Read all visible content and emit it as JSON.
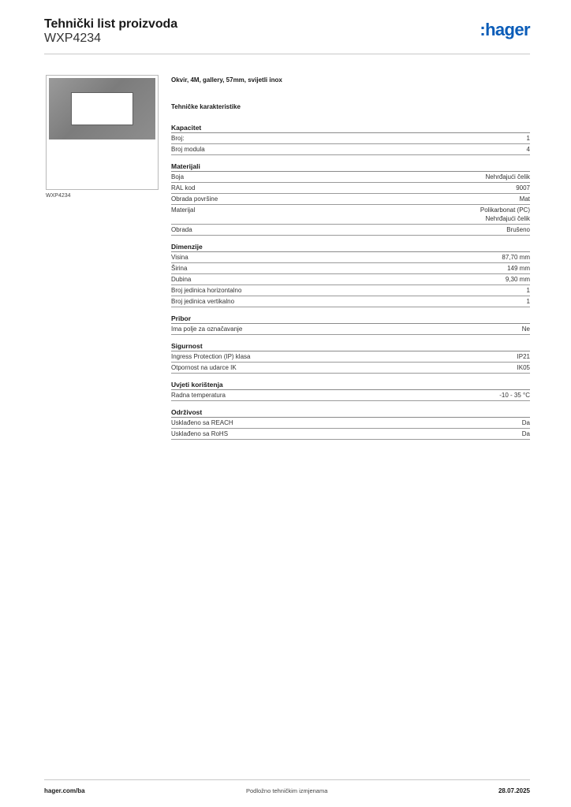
{
  "header": {
    "title": "Tehnički list proizvoda",
    "code": "WXP4234",
    "logo_mark": ":",
    "logo_text": "hager"
  },
  "product": {
    "image_caption": "WXP4234",
    "description": "Okvir, 4M, gallery, 57mm, svijetli inox"
  },
  "section_heading": "Tehničke karakteristike",
  "groups": [
    {
      "title": "Kapacitet",
      "rows": [
        {
          "label": "Broj:",
          "value": "1"
        },
        {
          "label": "Broj modula",
          "value": "4"
        }
      ]
    },
    {
      "title": "Materijali",
      "rows": [
        {
          "label": "Boja",
          "value": "Nehrđajući čelik"
        },
        {
          "label": "RAL kod",
          "value": "9007"
        },
        {
          "label": "Obrada površine",
          "value": "Mat"
        },
        {
          "label": "Materijal",
          "value": "Polikarbonat (PC)\nNehrđajući čelik"
        },
        {
          "label": "Obrada",
          "value": "Brušeno"
        }
      ]
    },
    {
      "title": "Dimenzije",
      "rows": [
        {
          "label": "Visina",
          "value": "87,70 mm"
        },
        {
          "label": "Širina",
          "value": "149 mm"
        },
        {
          "label": "Dubina",
          "value": "9,30 mm"
        },
        {
          "label": "Broj jedinica horizontalno",
          "value": "1"
        },
        {
          "label": "Broj jedinica vertikalno",
          "value": "1"
        }
      ]
    },
    {
      "title": "Pribor",
      "rows": [
        {
          "label": "Ima polje za označavanje",
          "value": "Ne"
        }
      ]
    },
    {
      "title": "Sigurnost",
      "rows": [
        {
          "label": "Ingress Protection (IP) klasa",
          "value": "IP21"
        },
        {
          "label": "Otpornost na udarce IK",
          "value": "IK05"
        }
      ]
    },
    {
      "title": "Uvjeti korištenja",
      "rows": [
        {
          "label": "Radna temperatura",
          "value": "-10 - 35 °C"
        }
      ]
    },
    {
      "title": "Održivost",
      "rows": [
        {
          "label": "Usklađeno sa REACH",
          "value": "Da"
        },
        {
          "label": "Usklađeno sa RoHS",
          "value": "Da"
        }
      ]
    }
  ],
  "footer": {
    "website": "hager.com/ba",
    "notice": "Podložno tehničkim izmjenama",
    "date": "28.07.2025"
  },
  "colors": {
    "brand": "#0a5cb8",
    "frame": "#8a8a8a"
  }
}
